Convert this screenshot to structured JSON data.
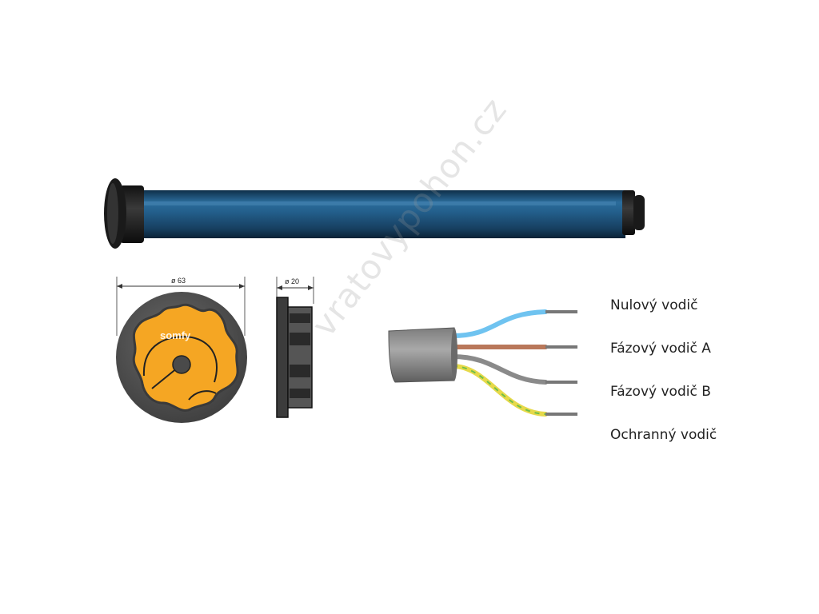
{
  "dimensions": {
    "diameter_label": "ø 63",
    "depth_label": "ø 20"
  },
  "brand": {
    "logo_text": "somfy"
  },
  "watermark": "vratovypohon.cz",
  "wires": [
    {
      "label": "Nulový vodič",
      "color": "#6fc3f0"
    },
    {
      "label": "Fázový vodič A",
      "color": "#b9785a"
    },
    {
      "label": "Fázový vodič B",
      "color": "#8a8a8a"
    },
    {
      "label": "Ochranný vodič",
      "color": "#e6d94a"
    }
  ],
  "colors": {
    "tube": "#1f5a84",
    "head": "#f5a623",
    "head_body": "#4a4a4a"
  }
}
